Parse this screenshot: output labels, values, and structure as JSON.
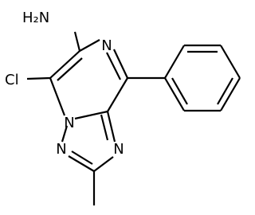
{
  "molecule": {
    "labels": {
      "amine": "H₂N",
      "chloro": "Cl",
      "n_pyrazine": "N",
      "n_bridge": "N",
      "n_triazole_left": "N",
      "n_triazole_right": "N"
    },
    "colors": {
      "bond": "#000000",
      "text": "#000000",
      "background": "#ffffff"
    }
  }
}
